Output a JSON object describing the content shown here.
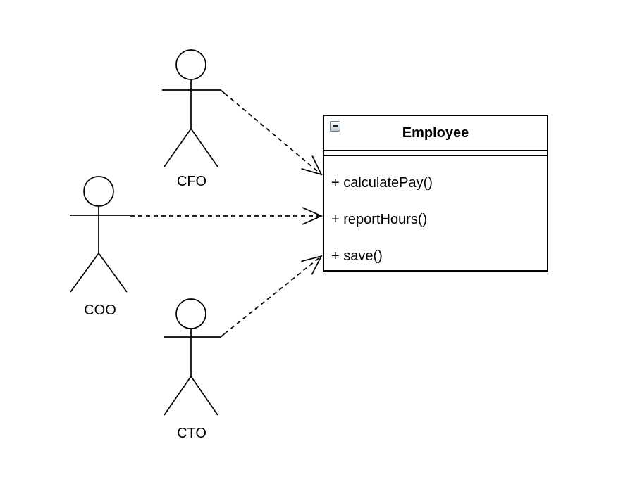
{
  "diagram": {
    "class_box": {
      "title": "Employee",
      "collapse_icon": "minus",
      "attributes": [],
      "methods": [
        "+ calculatePay()",
        "+ reportHours()",
        "+ save()"
      ]
    },
    "actors": [
      {
        "id": "cfo",
        "label": "CFO"
      },
      {
        "id": "coo",
        "label": "COO"
      },
      {
        "id": "cto",
        "label": "CTO"
      }
    ],
    "connectors": [
      {
        "from": "cfo",
        "to": "Employee",
        "style": "dashed-open-arrow"
      },
      {
        "from": "coo",
        "to": "Employee",
        "style": "dashed-open-arrow"
      },
      {
        "from": "cto",
        "to": "Employee",
        "style": "dashed-open-arrow"
      }
    ],
    "colors": {
      "line": "#000000",
      "background": "#ffffff",
      "collapse_button_border": "#6e7f8d",
      "collapse_button_fill": "#dde5ec"
    }
  }
}
